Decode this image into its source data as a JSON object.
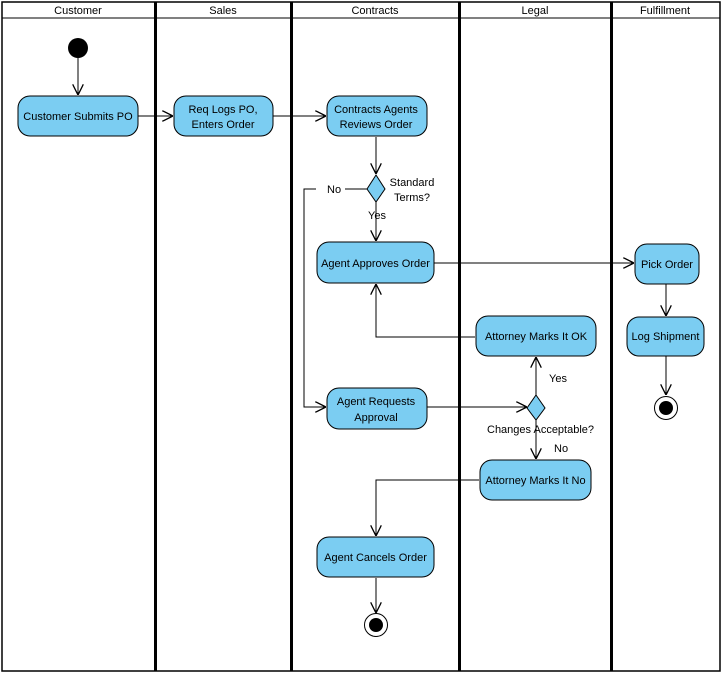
{
  "lanes": [
    {
      "name": "Customer"
    },
    {
      "name": "Sales"
    },
    {
      "name": "Contracts"
    },
    {
      "name": "Legal"
    },
    {
      "name": "Fulfillment"
    }
  ],
  "actions": {
    "customer_submits_po": [
      "Customer Submits PO"
    ],
    "req_logs_po": [
      "Req Logs PO,",
      "Enters Order"
    ],
    "contracts_agents_reviews": [
      "Contracts Agents",
      "Reviews Order"
    ],
    "agent_approves_order": [
      "Agent Approves Order"
    ],
    "agent_requests_approval": [
      "Agent Requests",
      "Approval"
    ],
    "attorney_marks_ok": [
      "Attorney Marks It OK"
    ],
    "attorney_marks_no": [
      "Attorney Marks It No"
    ],
    "agent_cancels_order": [
      "Agent Cancels Order"
    ],
    "pick_order": [
      "Pick Order"
    ],
    "log_shipment": [
      "Log Shipment"
    ]
  },
  "decisions": {
    "standard_terms": [
      "Standard",
      "Terms?"
    ],
    "changes_acceptable": [
      "Changes Acceptable?"
    ]
  },
  "guards": {
    "no_standard": "No",
    "yes_standard": "Yes",
    "yes_changes": "Yes",
    "no_changes": "No"
  },
  "colors": {
    "node_fill": "#7bcdf2",
    "stroke": "#000000",
    "background": "#ffffff"
  }
}
